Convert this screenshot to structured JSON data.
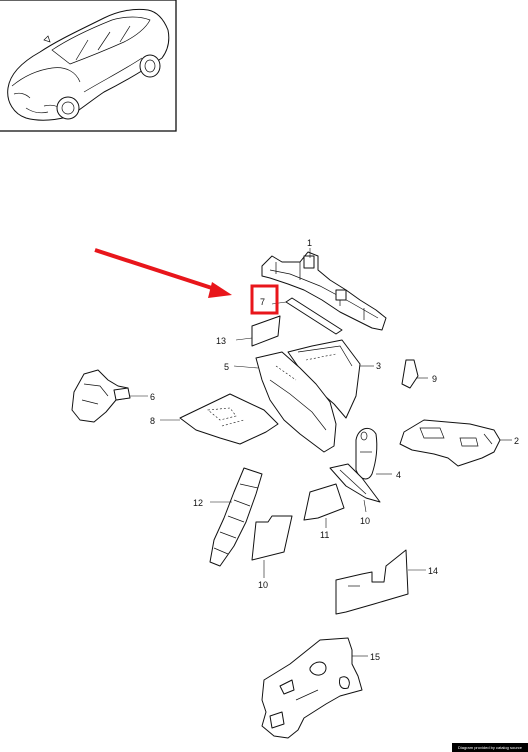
{
  "callouts": {
    "c1": "1",
    "c2": "2",
    "c3": "3",
    "c4": "4",
    "c5": "5",
    "c6": "6",
    "c7": "7",
    "c8": "8",
    "c9": "9",
    "c10a": "10",
    "c10b": "10",
    "c11": "11",
    "c12": "12",
    "c13": "13",
    "c14": "14",
    "c15": "15"
  },
  "colors": {
    "highlight": "#e8161b",
    "arrow": "#e8161b",
    "line": "#111111"
  },
  "icons": {
    "vehicle": "car-thumbnail-icon",
    "pointer": "red-arrow-icon"
  },
  "footer": {
    "text": "Diagram provided by catalog source"
  }
}
